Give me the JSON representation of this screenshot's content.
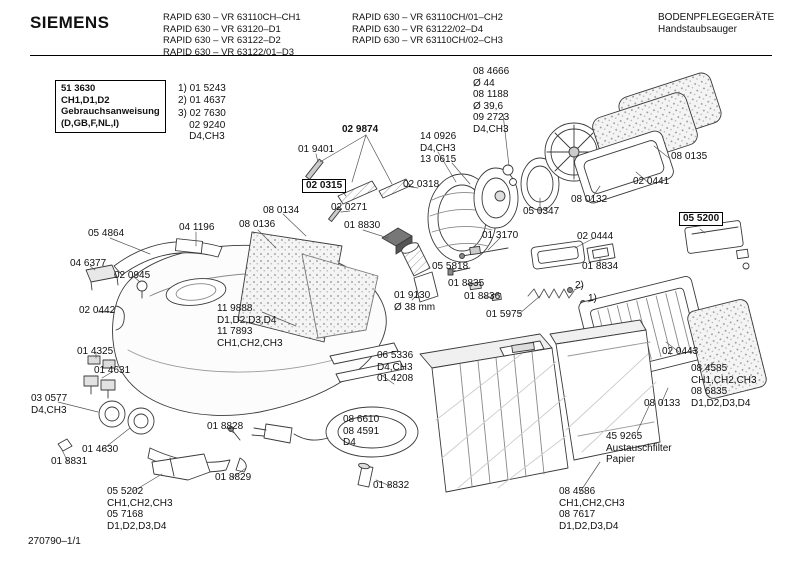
{
  "header": {
    "brand": "SIEMENS",
    "models_col1": [
      "RAPID 630 – VR 63110CH–CH1",
      "RAPID 630 – VR 63120–D1",
      "RAPID 630 – VR 63122–D2",
      "RAPID 630 – VR 63122/01–D3"
    ],
    "models_col2": [
      "RAPID 630 – VR 63110CH/01–CH2",
      "RAPID 630 – VR 63122/02–D4",
      "RAPID 630 – VR 63110CH/02–CH3"
    ],
    "category": "BODENPFLEGEGERÄTE",
    "subcategory": "Handstaubsauger"
  },
  "info_box": {
    "text": "51 3630\nCH1,D1,D2\nGebrauchsanweisung\n(D,GB,F,NL,I)"
  },
  "legend_a": "1) 01 5243\n2) 01 4637",
  "legend_b": "3) 02 7630\n    02 9240\n    D4,CH3",
  "footer": "270790–1/1",
  "labels": [
    "08 4666\nØ 44\n08 1188\nØ 39,6\n09 2723\nD4,CH3",
    "14 0926\nD4,CH3\n13 0615",
    "02 9874",
    "01 9401",
    "02 0315",
    "02 0318",
    "02 0271",
    "08 0135",
    "02 0441",
    "08 0132",
    "05 0347",
    "08 0134",
    "08 0136",
    "01 8830",
    "01 3170",
    "02 0444",
    "05 5200",
    "05 4864",
    "04 1196",
    "04 6377",
    "02 0945",
    "02 0442",
    "05 5818",
    "01 8834",
    "01 8835",
    "01 8836",
    "2)",
    "1)",
    "01 5975",
    "01 9130\nØ 38 mm",
    "11 9888\nD1,D2,D3,D4\n11 7893\nCH1,CH2,CH3",
    "02 0443",
    "08 4585\nCH1,CH2,CH3\n08 6835\nD1,D2,D3,D4",
    "08 0133",
    "45 9265\nAustauschfilter\nPapier",
    "06 5336\nD4,CH3\n01 4208",
    "01 4325",
    "01 4631",
    "03 0577\nD4,CH3",
    "01 4630",
    "01 8831",
    "01 8828",
    "01 8829",
    "05 5202\nCH1,CH2,CH3\n05 7168\nD1,D2,D3,D4",
    "08 6610\n08 4591\nD4",
    "01 8832",
    "08 4586\nCH1,CH2,CH3\n08 7617\nD1,D2,D3,D4"
  ]
}
